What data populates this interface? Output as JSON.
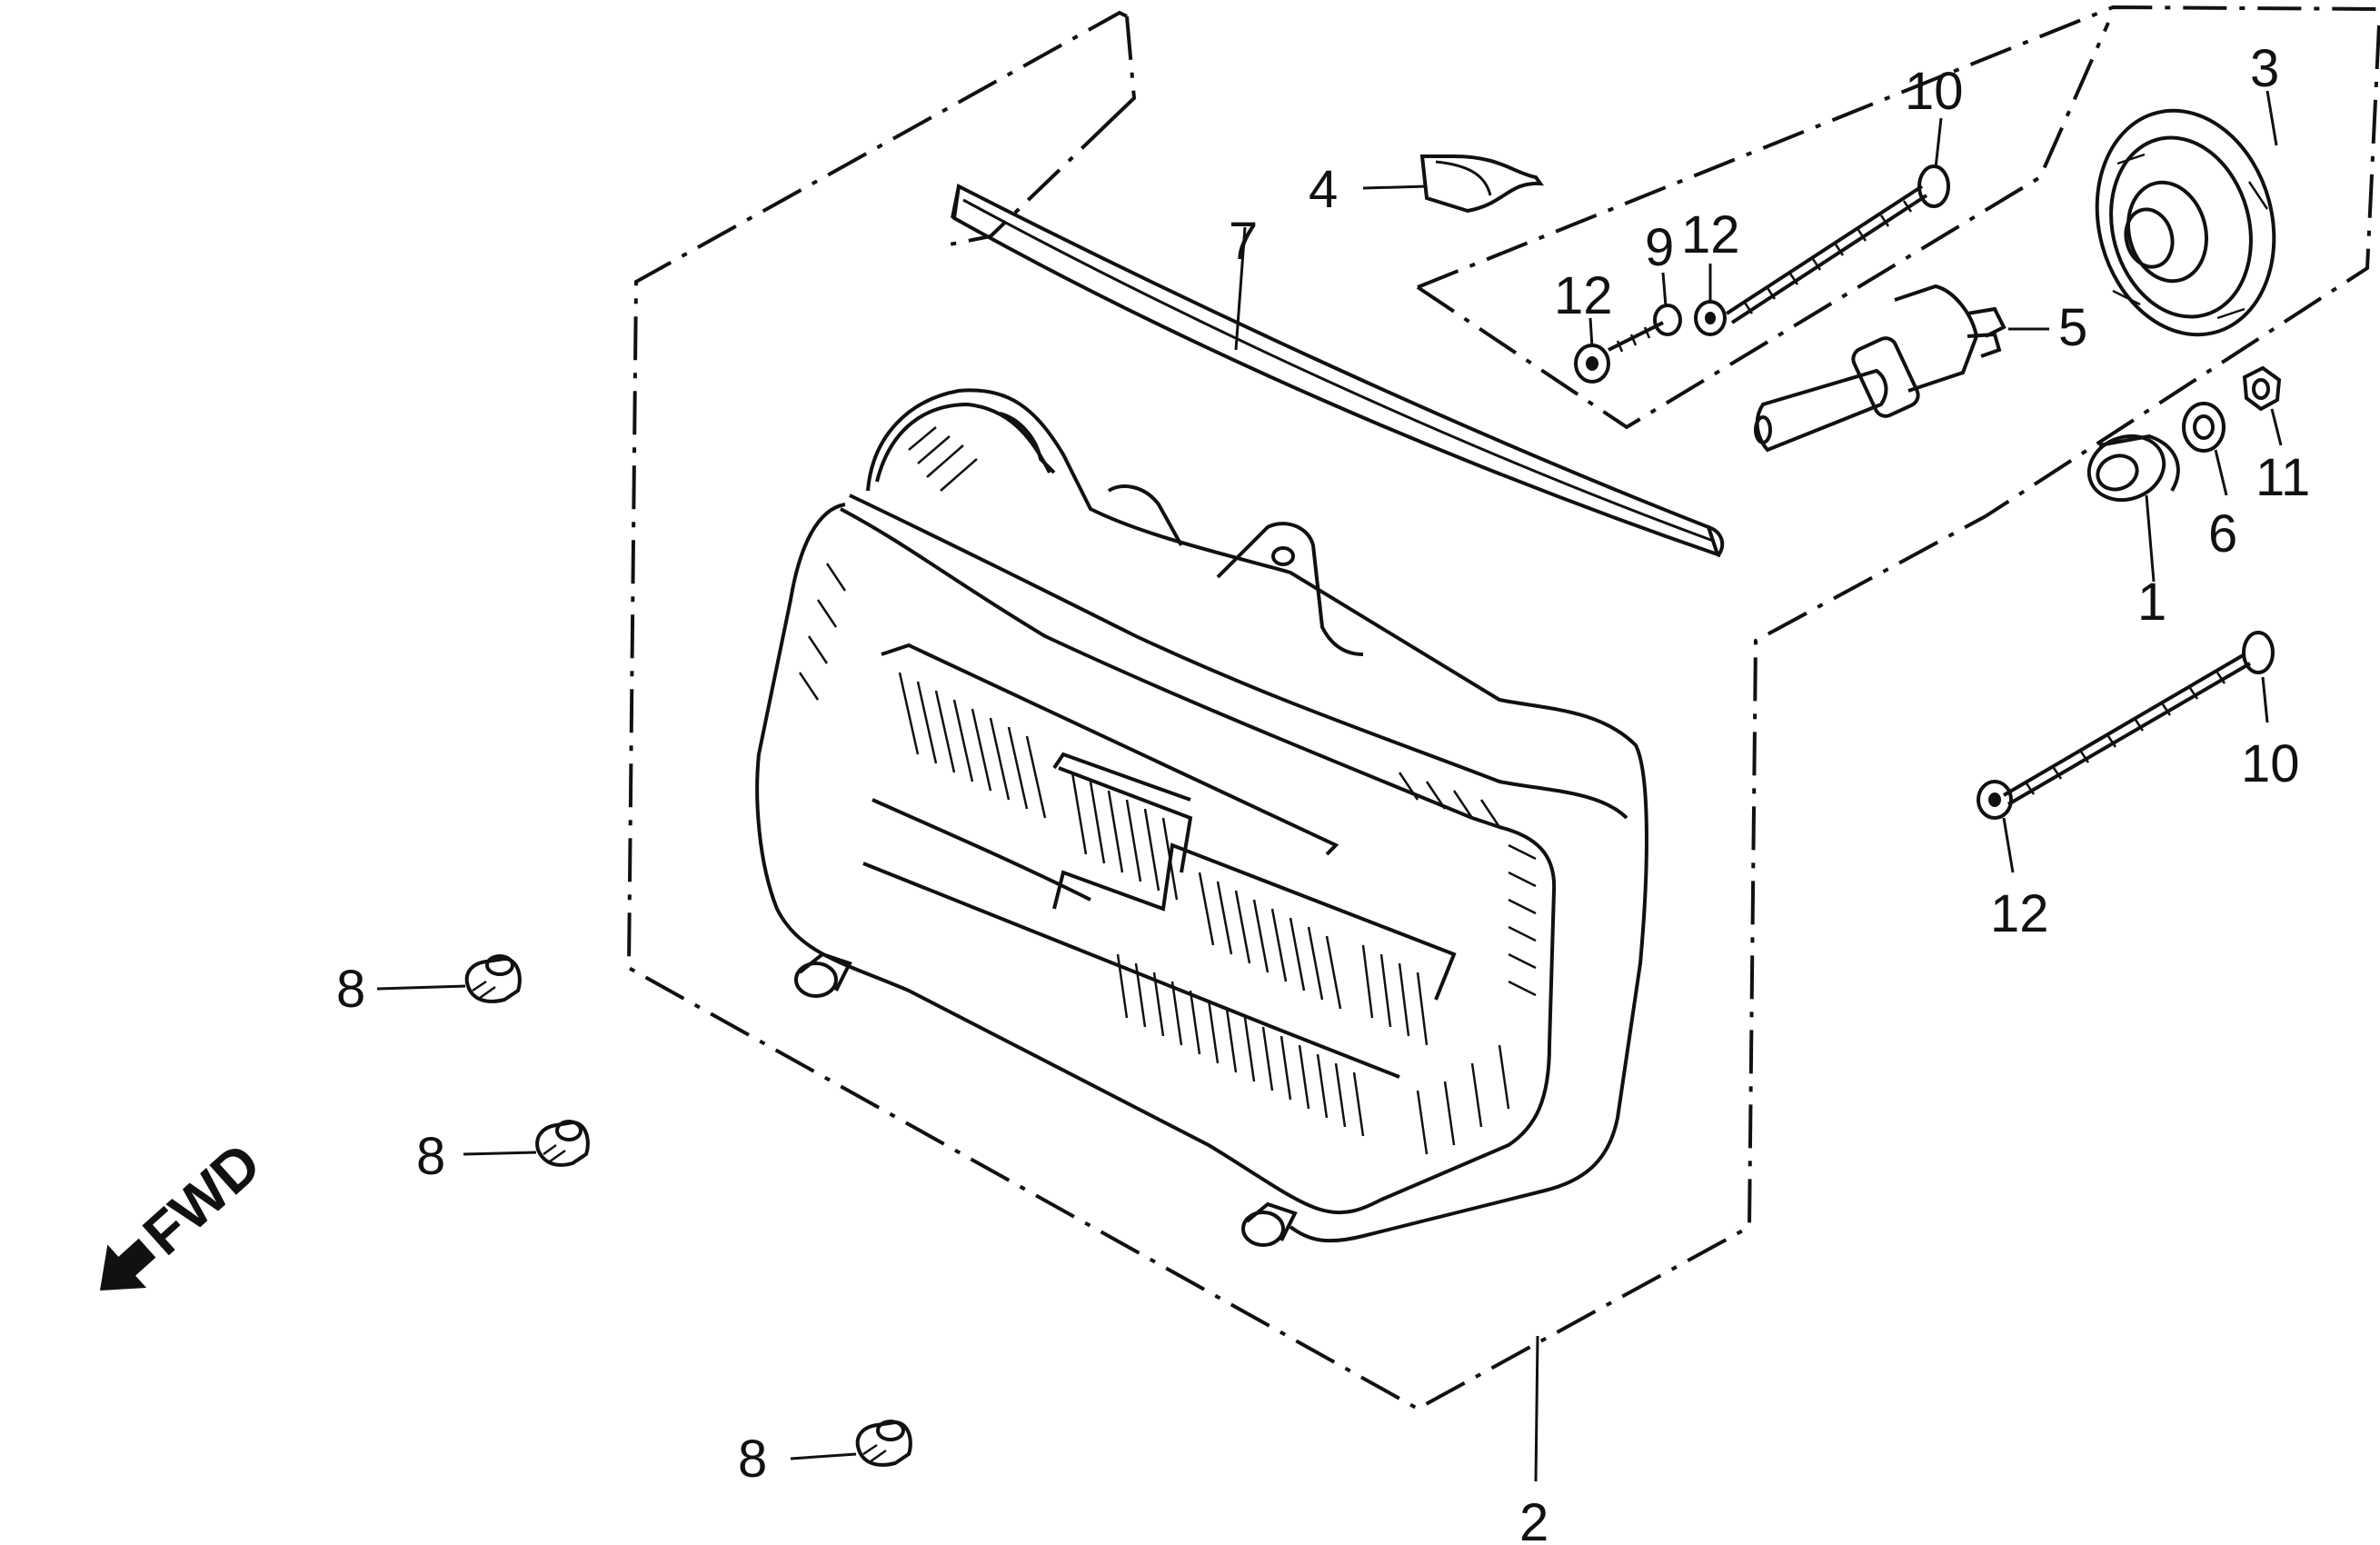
{
  "callouts": {
    "c1": "1",
    "c2": "2",
    "c3": "3",
    "c4": "4",
    "c5": "5",
    "c6": "6",
    "c7": "7",
    "c8a": "8",
    "c8b": "8",
    "c8c": "8",
    "c9": "9",
    "c10a": "10",
    "c10b": "10",
    "c11": "11",
    "c12a": "12",
    "c12b": "12",
    "c12c": "12"
  },
  "direction_label": "FWD"
}
